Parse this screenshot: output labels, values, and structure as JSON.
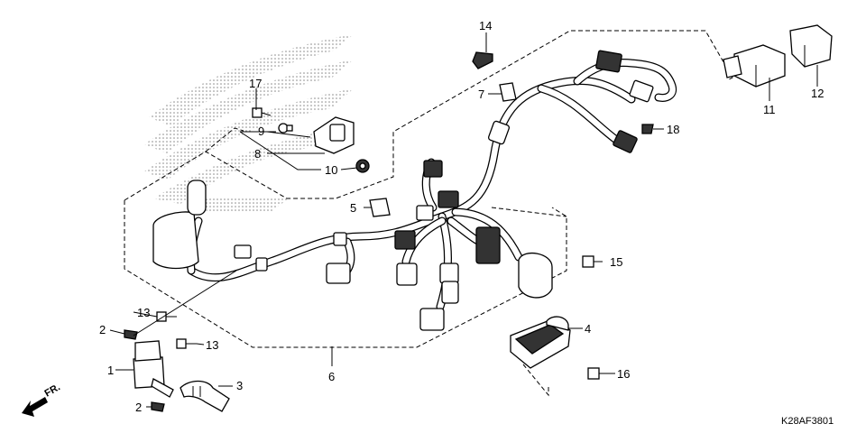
{
  "diagram_code": "K28AF3801",
  "front_label": "FR.",
  "callouts": {
    "c1": "1",
    "c2a": "2",
    "c2b": "2",
    "c3": "3",
    "c4": "4",
    "c5": "5",
    "c6": "6",
    "c7": "7",
    "c8": "8",
    "c9": "9",
    "c10": "10",
    "c11": "11",
    "c12": "12",
    "c13a": "13",
    "c13b": "13",
    "c14": "14",
    "c15": "15",
    "c16": "16",
    "c17": "17",
    "c18": "18"
  },
  "watermark": "HONDA wing logo (dotted)"
}
